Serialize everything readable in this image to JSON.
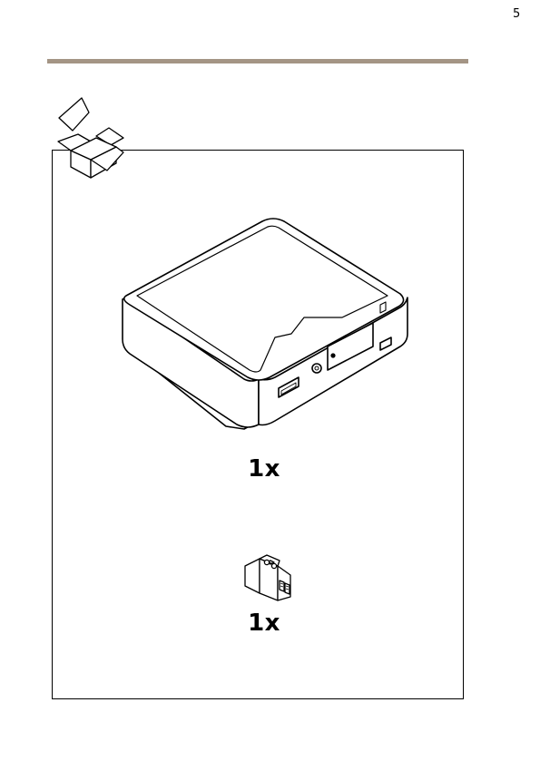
{
  "page": {
    "number": "5"
  },
  "colors": {
    "rule": "#a49585",
    "line": "#000000",
    "background": "#ffffff"
  },
  "header": {
    "icon": "package-contents-box-icon"
  },
  "items": [
    {
      "icon": "media-player-device-icon",
      "quantity": "1x"
    },
    {
      "icon": "terminal-block-connector-icon",
      "quantity": "1x"
    }
  ]
}
